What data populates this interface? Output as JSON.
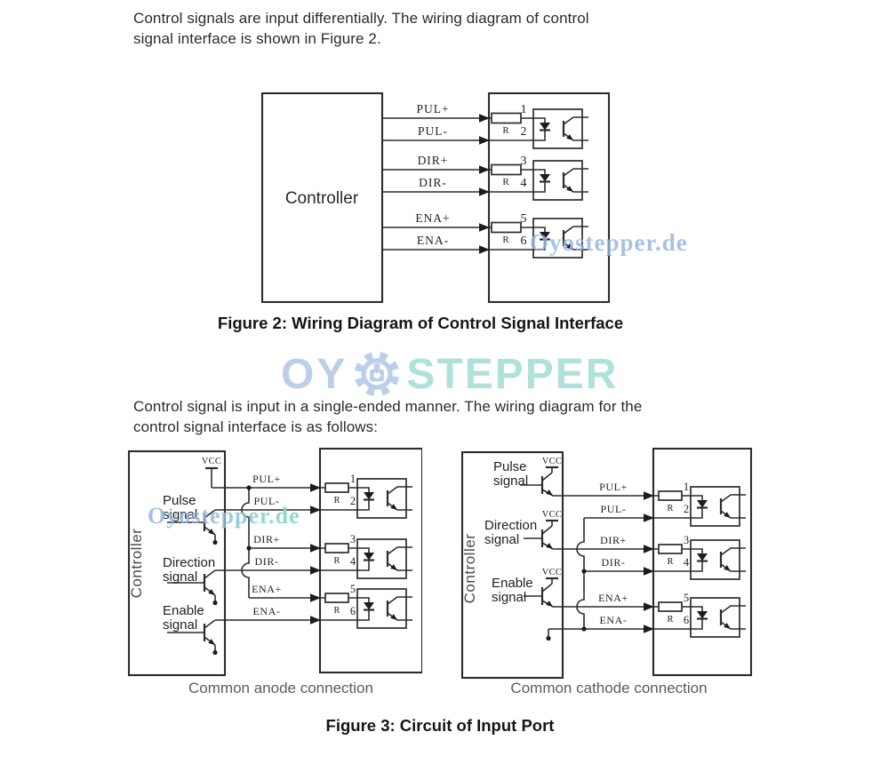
{
  "paragraphs": {
    "p1_line1": "Control signals are input differentially. The wiring diagram of control",
    "p1_line2": "signal interface is shown in Figure 2.",
    "p2_line1": "Control signal is input in a single-ended manner. The wiring diagram for the",
    "p2_line2": "control signal interface is as follows:"
  },
  "captions": {
    "figure2": "Figure 2: Wiring Diagram of Control Signal Interface",
    "figure3": "Figure 3: Circuit of Input Port",
    "common_anode": "Common anode connection",
    "common_cathode": "Common cathode connection"
  },
  "watermark": {
    "logo_text_left": "OY",
    "logo_text_right": "STEPPER",
    "site_text": "Oyostepper.de",
    "logo_blue": "#b6cbe9",
    "logo_teal": "#a9dfd9"
  },
  "labels": {
    "controller": "Controller",
    "vcc": "VCC",
    "resistor": "R",
    "signals": [
      "PUL+",
      "PUL-",
      "DIR+",
      "DIR-",
      "ENA+",
      "ENA-"
    ],
    "pins": [
      "1",
      "2",
      "3",
      "4",
      "5",
      "6"
    ],
    "inputs": [
      {
        "l1": "Pulse",
        "l2": "signal"
      },
      {
        "l1": "Direction",
        "l2": "signal"
      },
      {
        "l1": "Enable",
        "l2": "signal"
      }
    ]
  }
}
